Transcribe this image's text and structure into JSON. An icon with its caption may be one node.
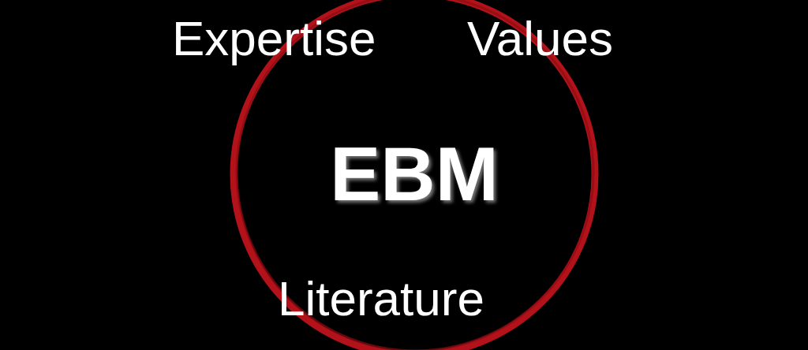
{
  "diagram": {
    "nodes": [
      {
        "text": [
          "EBM"
        ]
      }
    ],
    "labels": [
      "Expertise",
      "Values",
      "Literature"
    ]
  }
}
